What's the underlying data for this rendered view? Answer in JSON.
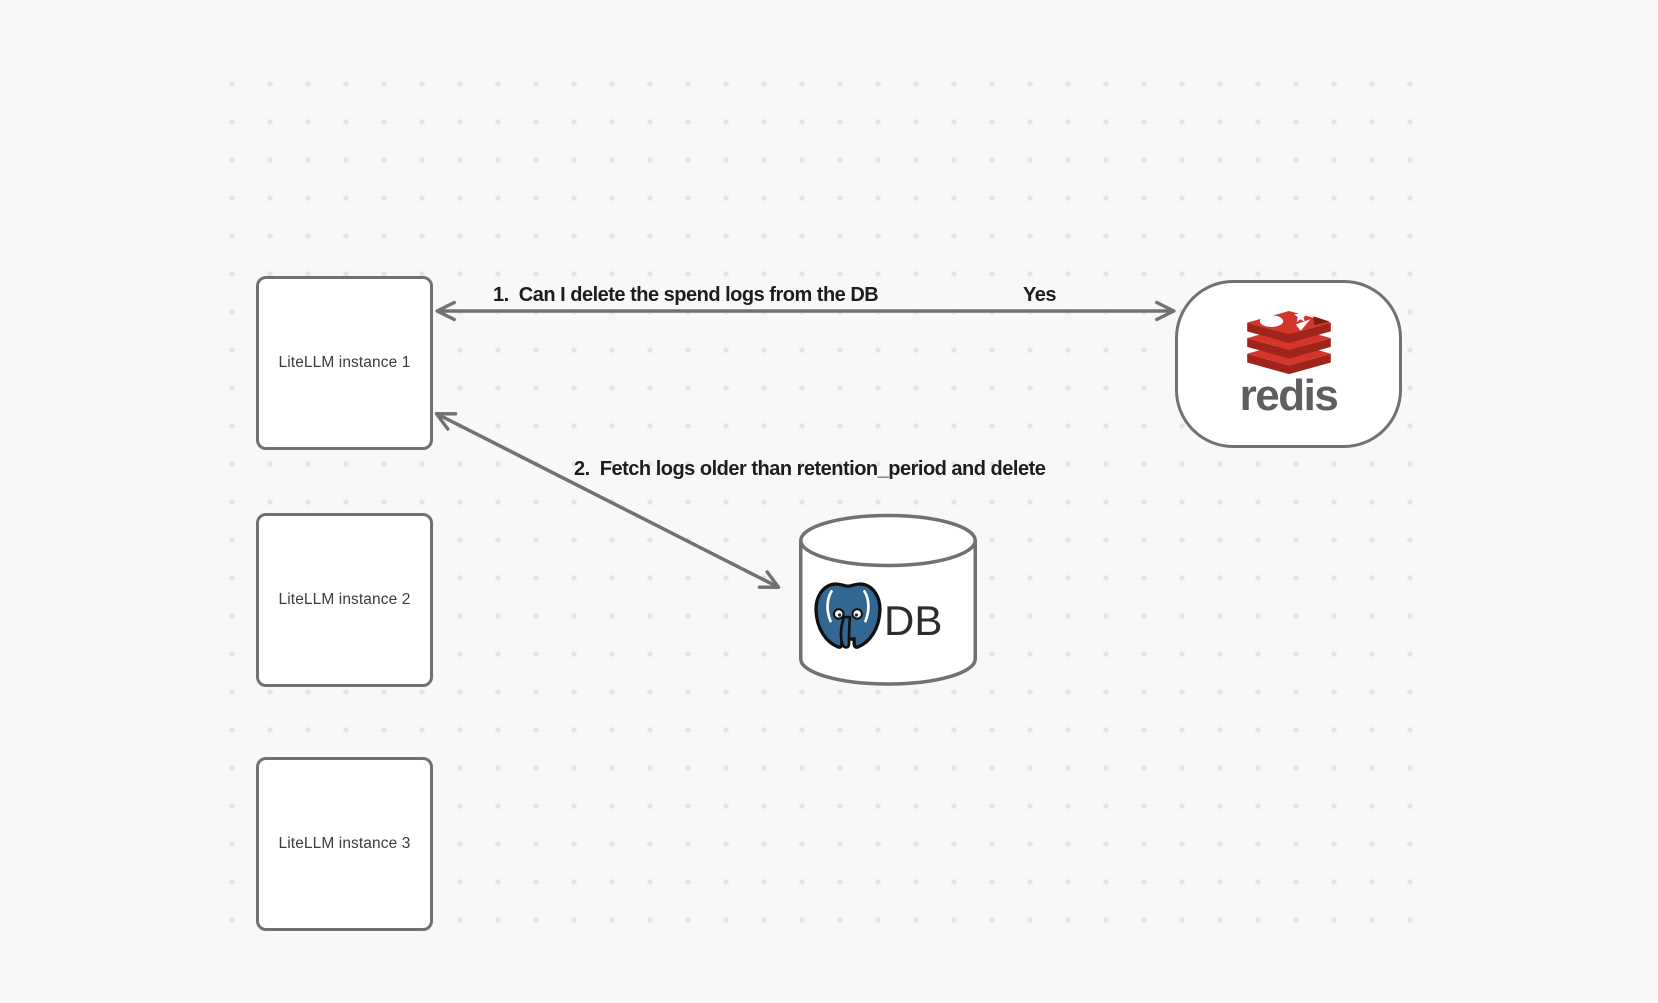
{
  "nodes": {
    "litellm_instances": [
      {
        "label": "LiteLLM instance 1"
      },
      {
        "label": "LiteLLM instance 2"
      },
      {
        "label": "LiteLLM instance 3"
      }
    ],
    "redis": {
      "label": "redis",
      "icon": "redis-stack-logo"
    },
    "db": {
      "label": "DB",
      "icon": "postgresql-elephant-logo",
      "shape": "cylinder"
    }
  },
  "edges": {
    "redis_query": {
      "label": "1.  Can I delete the spend logs from the DB",
      "response": "Yes",
      "from": "redis",
      "to": "LiteLLM instance 1",
      "style": "double-arrow"
    },
    "db_fetch": {
      "label": "2.  Fetch logs older than retention_period and delete",
      "from": "LiteLLM instance 1",
      "to": "DB",
      "style": "double-arrow"
    }
  },
  "colors": {
    "background": "#f8f8f8",
    "grid_dot": "#e4e4e4",
    "stroke_gray": "#717171",
    "label_text": "#1d1d1f",
    "box_text": "#3c3c3c",
    "redis_red": "#d4352a",
    "redis_red_dark": "#a1241a",
    "redis_red_notch": "#7e1d12",
    "redis_wordmark_gray": "#5d5e60",
    "postgres_blue": "#336791"
  }
}
